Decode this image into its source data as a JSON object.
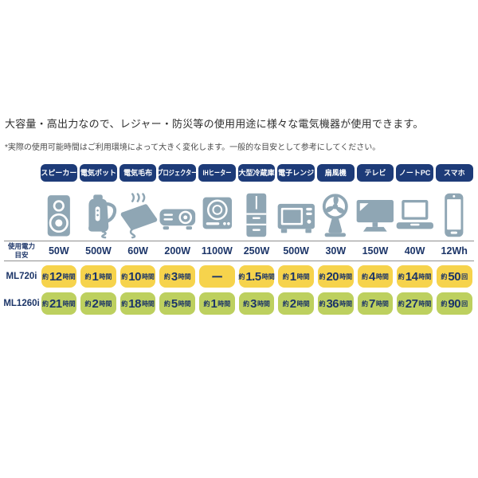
{
  "page": {
    "title": "大容量・高出力なので、レジャー・防災等の使用用途に様々な電気機器が使用できます。",
    "note": "*実際の使用可能時間はご利用環境によって大きく変化します。一般的な目安として参考にしてください。"
  },
  "table": {
    "power_label": [
      "使用電力",
      "目安"
    ],
    "row_labels": [
      "ML720i",
      "ML1260i"
    ]
  },
  "chart_data": {
    "type": "table",
    "title": "大容量・高出力なので、レジャー・防災等の使用用途に様々な電気機器が使用できます。",
    "categories": [
      "スピーカー",
      "電気ポット",
      "電気毛布",
      "プロジェクター",
      "IHヒーター",
      "大型冷蔵庫",
      "電子レンジ",
      "扇風機",
      "テレビ",
      "ノートPC",
      "スマホ"
    ],
    "icons": [
      "speaker-icon",
      "kettle-icon",
      "electric-blanket-icon",
      "projector-icon",
      "ih-heater-icon",
      "refrigerator-icon",
      "microwave-icon",
      "fan-icon",
      "tv-icon",
      "laptop-icon",
      "smartphone-icon"
    ],
    "power_usage": [
      "50W",
      "500W",
      "60W",
      "200W",
      "1100W",
      "250W",
      "500W",
      "30W",
      "150W",
      "40W",
      "12Wh"
    ],
    "series": [
      {
        "name": "ML720i",
        "values": [
          "約12時間",
          "約1時間",
          "約10時間",
          "約3時間",
          "ー",
          "約1.5時間",
          "約1時間",
          "約20時間",
          "約4時間",
          "約14時間",
          "約50回"
        ]
      },
      {
        "name": "ML1260i",
        "values": [
          "約21時間",
          "約2時間",
          "約18時間",
          "約5時間",
          "約1時間",
          "約3時間",
          "約2時間",
          "約36時間",
          "約7時間",
          "約27時間",
          "約90回"
        ]
      }
    ]
  },
  "colors": {
    "header_pill": "#1d3b78",
    "icon": "#8fa6b4",
    "text_navy": "#1c3568",
    "ml720i_pill": "#f6d34c",
    "ml1260i_pill": "#bdd05f",
    "rule_line": "#8f8f8f",
    "title_text": "#2e2e2e",
    "note_text": "#4a4a4a"
  }
}
